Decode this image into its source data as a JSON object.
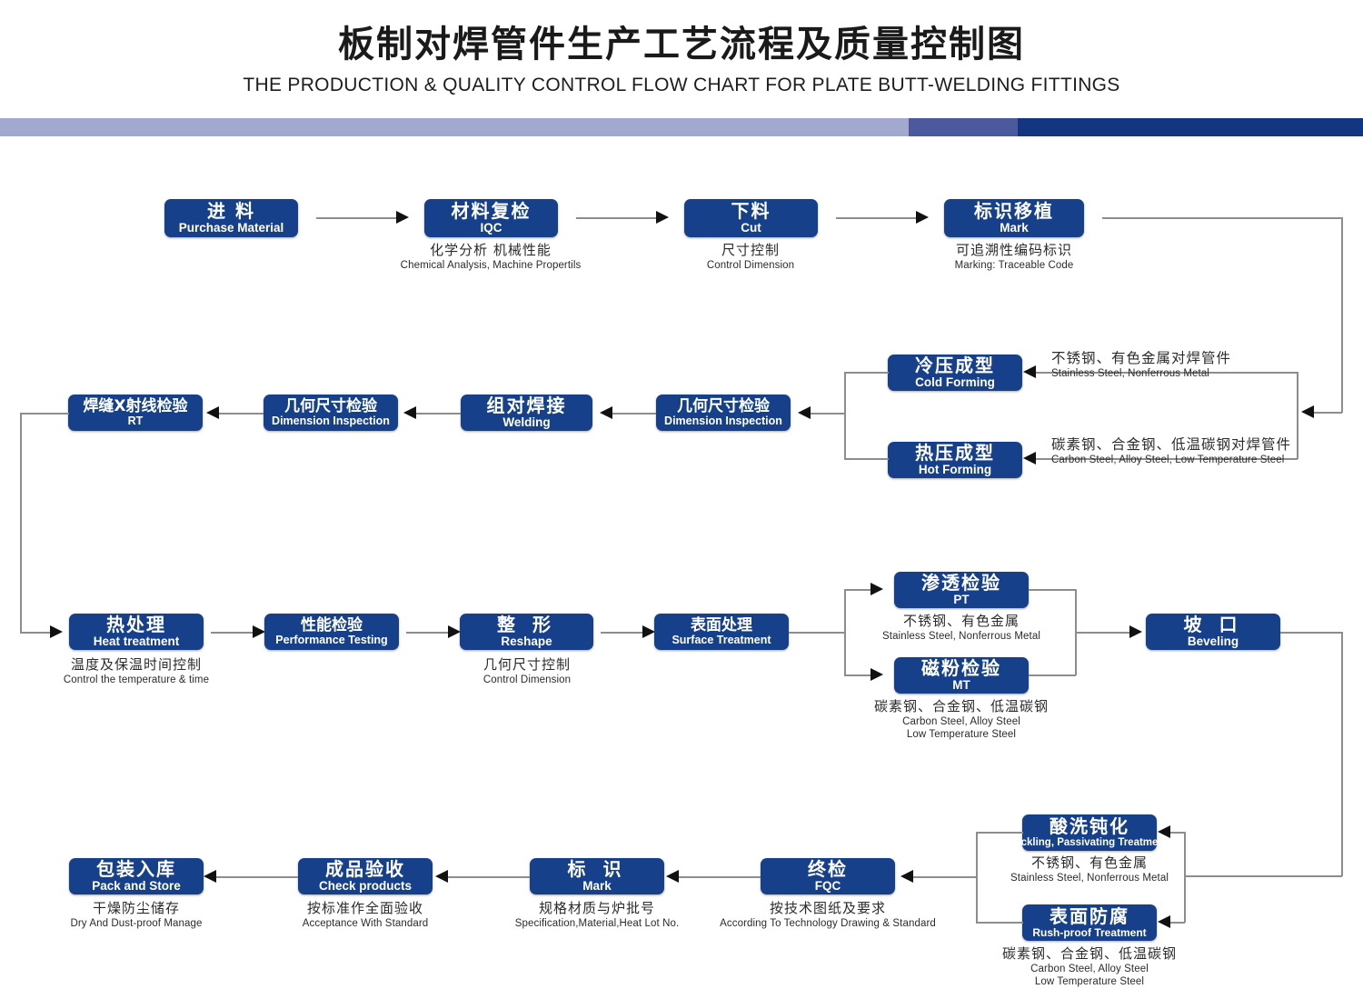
{
  "header": {
    "title_cn": "板制对焊管件生产工艺流程及质量控制图",
    "title_en": "THE PRODUCTION & QUALITY CONTROL FLOW CHART FOR PLATE BUTT-WELDING FITTINGS",
    "bar_colors": [
      "#a3a8cf",
      "#4a5a9c",
      "#12367f"
    ]
  },
  "theme": {
    "node_fill": "#17408b",
    "node_text": "#ffffff",
    "line": "#8d8d8d",
    "arrow": "#111111"
  },
  "nodes": {
    "purchase": {
      "cn": "进 料",
      "en": "Purchase Material"
    },
    "iqc": {
      "cn": "材料复检",
      "en": "IQC"
    },
    "cut": {
      "cn": "下料",
      "en": "Cut"
    },
    "mark1": {
      "cn": "标识移植",
      "en": "Mark"
    },
    "cold": {
      "cn": "冷压成型",
      "en": "Cold Forming"
    },
    "hot": {
      "cn": "热压成型",
      "en": "Hot Forming"
    },
    "dim2": {
      "cn": "几何尺寸检验",
      "en": "Dimension Inspection"
    },
    "welding": {
      "cn": "组对焊接",
      "en": "Welding"
    },
    "dim1": {
      "cn": "几何尺寸检验",
      "en": "Dimension Inspection"
    },
    "rt": {
      "cn": "焊缝X射线检验",
      "en": "RT"
    },
    "heat": {
      "cn": "热处理",
      "en": "Heat treatment"
    },
    "perf": {
      "cn": "性能检验",
      "en": "Performance Testing"
    },
    "reshape": {
      "cn": "整 形",
      "en": "Reshape"
    },
    "surface": {
      "cn": "表面处理",
      "en": "Surface Treatment"
    },
    "pt": {
      "cn": "渗透检验",
      "en": "PT"
    },
    "mt": {
      "cn": "磁粉检验",
      "en": "MT"
    },
    "bevel": {
      "cn": "坡  口",
      "en": "Beveling"
    },
    "pickling": {
      "cn": "酸洗钝化",
      "en": "Pickling, Passivating  Treatment"
    },
    "rushproof": {
      "cn": "表面防腐",
      "en": "Rush-proof Treatment"
    },
    "fqc": {
      "cn": "终检",
      "en": "FQC"
    },
    "mark2": {
      "cn": "标  识",
      "en": "Mark"
    },
    "checkprod": {
      "cn": "成品验收",
      "en": "Check products"
    },
    "pack": {
      "cn": "包装入库",
      "en": "Pack and Store"
    }
  },
  "captions": {
    "iqc": {
      "c1": "化学分析  机械性能",
      "c2": "Chemical  Analysis,  Machine Propertils"
    },
    "cut": {
      "c1": "尺寸控制",
      "c2": "Control Dimension"
    },
    "mark1": {
      "c1": "可追溯性编码标识",
      "c2": "Marking: Traceable  Code"
    },
    "cold": {
      "c1": "不锈钢、有色金属对焊管件",
      "c2": "Stainless Steel, Nonferrous Metal"
    },
    "hot": {
      "c1": "碳素钢、合金钢、低温碳钢对焊管件",
      "c2": "Carbon Steel, Alloy Steel, Low Temperature Steel"
    },
    "heat": {
      "c1": "温度及保温时间控制",
      "c2": "Control the  temperature  &  time"
    },
    "reshape": {
      "c1": "几何尺寸控制",
      "c2": "Control Dimension"
    },
    "pt": {
      "c1": "不锈钢、有色金属",
      "c2": "Stainless Steel, Nonferrous Metal"
    },
    "mt": {
      "c1": "碳素钢、合金钢、低温碳钢",
      "c2": "Carbon Steel, Alloy Steel",
      "c3": "Low Temperature Steel"
    },
    "pickling": {
      "c1": "不锈钢、有色金属",
      "c2": "Stainless Steel, Nonferrous Metal"
    },
    "rushproof": {
      "c1": "碳素钢、合金钢、低温碳钢",
      "c2": "Carbon Steel, Alloy Steel",
      "c3": "Low Temperature Steel"
    },
    "fqc": {
      "c1": "按技术图纸及要求",
      "c2": "According To Technology Drawing &  Standard"
    },
    "mark2": {
      "c1": "规格材质与炉批号",
      "c2": "Specification,Material,Heat Lot No."
    },
    "checkprod": {
      "c1": "按标准作全面验收",
      "c2": "Acceptance  With  Standard"
    },
    "pack": {
      "c1": "干燥防尘储存",
      "c2": "Dry  And Dust-proof  Manage"
    }
  }
}
